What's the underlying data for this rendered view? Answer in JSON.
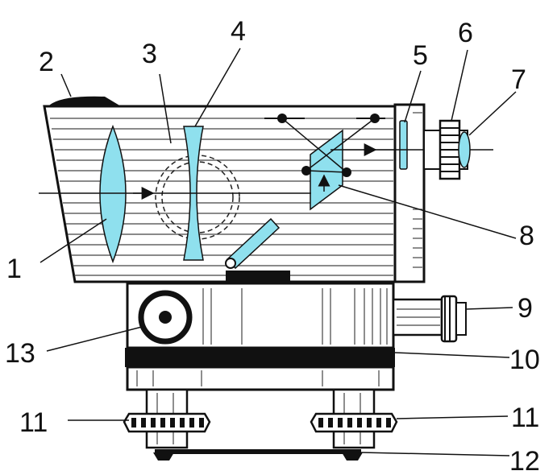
{
  "colors": {
    "ink": "#111111",
    "glass": "#8fe0ee",
    "paper": "#ffffff"
  },
  "labels": {
    "l1": "1",
    "l2": "2",
    "l3": "3",
    "l4": "4",
    "l5": "5",
    "l6": "6",
    "l7": "7",
    "l8": "8",
    "l9": "9",
    "l10": "10",
    "l11a": "11",
    "l11b": "11",
    "l12": "12",
    "l13": "13"
  }
}
